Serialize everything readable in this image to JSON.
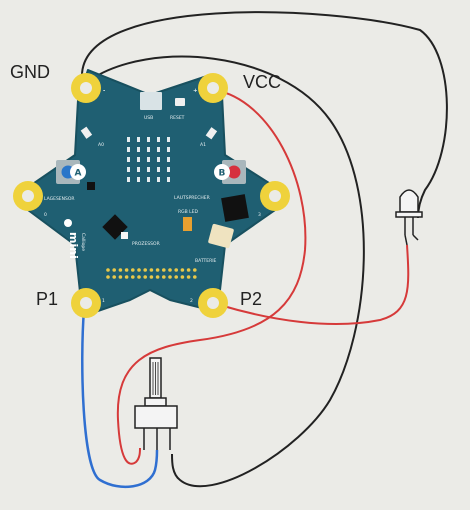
{
  "pins": {
    "gnd": "GND",
    "vcc": "VCC",
    "p1": "P1",
    "p2": "P2"
  },
  "board": {
    "usb": "USB",
    "reset": "RESET",
    "a0": "A0",
    "a1": "A1",
    "button_a": "A",
    "button_b": "B",
    "lagesensor": "LAGESENSOR",
    "lautsprecher": "LAUTSPRECHER",
    "rgb_led": "RGB LED",
    "prozessor": "PROZESSOR",
    "batterie": "BATTERIE",
    "logo": "mini",
    "logo_sub": "Calliope",
    "pad_minus": "-",
    "pad_plus": "+",
    "pad_0": "0",
    "pad_3": "3",
    "pad_1": "1",
    "pad_2": "2"
  },
  "colors": {
    "board": "#1f5f72",
    "pad_gold": "#efd23c",
    "wire_black": "#222222",
    "wire_red": "#d63a3a",
    "wire_blue": "#2f6fd1",
    "background": "#ebebe7"
  }
}
